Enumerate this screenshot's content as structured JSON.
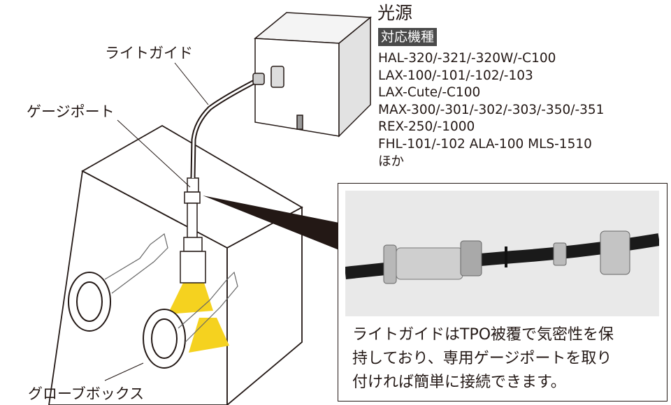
{
  "labels": {
    "light_guide": "ライトガイド",
    "gauge_port": "ゲージポート",
    "glove_box": "グローブボックス"
  },
  "light_source": {
    "title": "光源",
    "compat_badge": "対応機種",
    "models": [
      "HAL-320/-321/-320W/-C100",
      "LAX-100/-101/-102/-103",
      "LAX-Cute/-C100",
      "MAX-300/-301/-302/-303/-350/-351",
      "REX-250/-1000",
      "FHL-101/-102  ALA-100  MLS-1510",
      "ほか"
    ]
  },
  "panel": {
    "caption_lines": [
      "ライトガイドはTPO被覆で気密性を保",
      "持しており、専用ゲージポートを取り",
      "付ければ簡単に接続できます。"
    ]
  },
  "colors": {
    "light": "#f5d21f",
    "badge": "#4a4a4a",
    "text": "#231815"
  }
}
